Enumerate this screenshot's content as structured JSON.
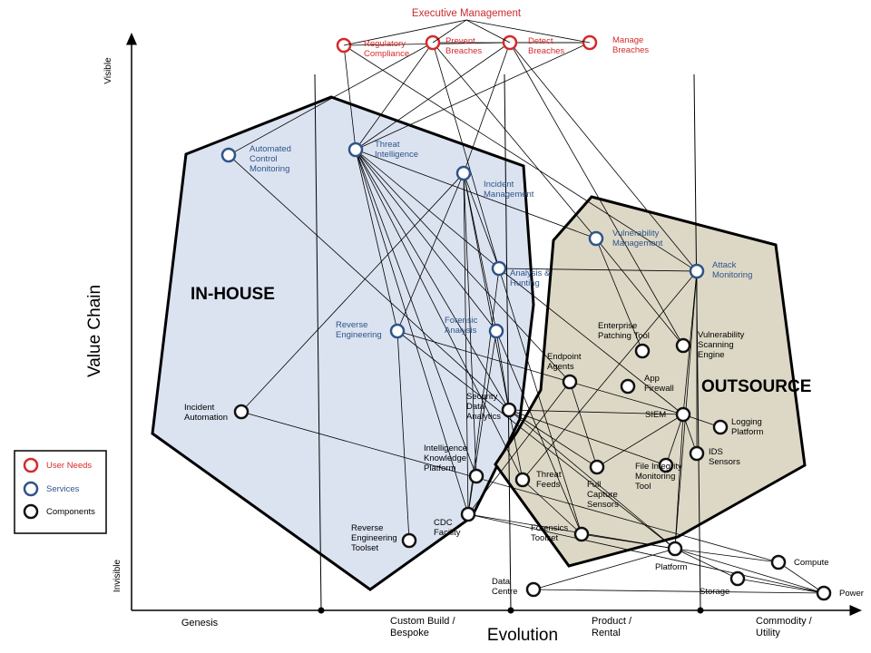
{
  "colors": {
    "user_need": "#d42a2a",
    "service": "#2f5488",
    "component": "#111111",
    "inhouse_fill": "#dbe3f1",
    "outsource_fill": "#ddd8c6",
    "exec_text": "#cc2b2b"
  },
  "executive_label": "Executive Management",
  "regions": {
    "inhouse": "IN-HOUSE",
    "outsource": "OUTSOURCE"
  },
  "axes": {
    "y_title": "Value Chain",
    "y_top": "Visible",
    "y_bottom": "Invisible",
    "x_title": "Evolution",
    "stages": [
      "Genesis",
      "Custom Build / Bespoke",
      "Product / Rental",
      "Commodity / Utility"
    ]
  },
  "legend": {
    "user_needs": "User Needs",
    "services": "Services",
    "components": "Components"
  },
  "nodes": {
    "regulatory": {
      "label": "Regulatory Compliance",
      "kind": "user_need"
    },
    "prevent": {
      "label": "Prevent Breaches",
      "kind": "user_need"
    },
    "detect": {
      "label": "Detect Breaches",
      "kind": "user_need"
    },
    "manage": {
      "label": "Manage Breaches",
      "kind": "user_need"
    },
    "acm": {
      "label": "Automated Control Monitoring",
      "kind": "service"
    },
    "ti": {
      "label": "Threat Intelligence",
      "kind": "service"
    },
    "im": {
      "label": "Incident Management",
      "kind": "service"
    },
    "vm": {
      "label": "Vulnerability Management",
      "kind": "service"
    },
    "ah": {
      "label": "Analysis & Hunting",
      "kind": "service"
    },
    "am": {
      "label": "Attack Monitoring",
      "kind": "service"
    },
    "re": {
      "label": "Reverse Engineering",
      "kind": "service"
    },
    "fa": {
      "label": "Forensic Analysis",
      "kind": "service"
    },
    "ept": {
      "label": "Enterprise Patching Tool",
      "kind": "component"
    },
    "vse": {
      "label": "Vulnerability Scanning Engine",
      "kind": "component"
    },
    "ea": {
      "label": "Endpoint Agents",
      "kind": "component"
    },
    "af": {
      "label": "App Firewall",
      "kind": "component"
    },
    "sda": {
      "label": "Security Data Analytics",
      "kind": "component"
    },
    "siem": {
      "label": "SIEM",
      "kind": "component"
    },
    "lp": {
      "label": "Logging Platform",
      "kind": "component"
    },
    "ia": {
      "label": "Incident Automation",
      "kind": "component"
    },
    "ids": {
      "label": "IDS Sensors",
      "kind": "component"
    },
    "ikp": {
      "label": "Intelligence Knowledge Platform",
      "kind": "component"
    },
    "tf": {
      "label": "Threat Feeds",
      "kind": "component"
    },
    "fcs": {
      "label": "Full Capture Sensors",
      "kind": "component"
    },
    "fim": {
      "label": "File Integrity Monitoring Tool",
      "kind": "component"
    },
    "cdc": {
      "label": "CDC Facility",
      "kind": "component"
    },
    "ret": {
      "label": "Reverse Engineering Toolset",
      "kind": "component"
    },
    "ft": {
      "label": "Forensics Toolset",
      "kind": "component"
    },
    "plat": {
      "label": "Platform",
      "kind": "component"
    },
    "comp": {
      "label": "Compute",
      "kind": "component"
    },
    "dc": {
      "label": "Data Centre",
      "kind": "component"
    },
    "stor": {
      "label": "Storage",
      "kind": "component"
    },
    "pow": {
      "label": "Power",
      "kind": "component"
    }
  },
  "links": [
    [
      "regulatory",
      "ti"
    ],
    [
      "regulatory",
      "detect"
    ],
    [
      "regulatory",
      "am"
    ],
    [
      "prevent",
      "acm"
    ],
    [
      "prevent",
      "ti"
    ],
    [
      "prevent",
      "manage"
    ],
    [
      "prevent",
      "vm"
    ],
    [
      "prevent",
      "ah"
    ],
    [
      "detect",
      "im"
    ],
    [
      "detect",
      "am"
    ],
    [
      "detect",
      "manage"
    ],
    [
      "detect",
      "ti"
    ],
    [
      "detect",
      "vse"
    ],
    [
      "manage",
      "ti"
    ],
    [
      "acm",
      "sda"
    ],
    [
      "ti",
      "re"
    ],
    [
      "ti",
      "fa"
    ],
    [
      "ti",
      "ikp"
    ],
    [
      "ti",
      "tf"
    ],
    [
      "ti",
      "sda"
    ],
    [
      "ti",
      "cdc"
    ],
    [
      "ti",
      "ah"
    ],
    [
      "ti",
      "vm"
    ],
    [
      "ti",
      "ea"
    ],
    [
      "im",
      "ia"
    ],
    [
      "im",
      "re"
    ],
    [
      "im",
      "fa"
    ],
    [
      "im",
      "ikp"
    ],
    [
      "im",
      "cdc"
    ],
    [
      "im",
      "sda"
    ],
    [
      "im",
      "ah"
    ],
    [
      "ah",
      "am"
    ],
    [
      "ah",
      "siem"
    ],
    [
      "ah",
      "cdc"
    ],
    [
      "ah",
      "ft"
    ],
    [
      "vm",
      "ept"
    ],
    [
      "vm",
      "vse"
    ],
    [
      "am",
      "siem"
    ],
    [
      "am",
      "ids"
    ],
    [
      "am",
      "tf"
    ],
    [
      "am",
      "plat"
    ],
    [
      "re",
      "ret"
    ],
    [
      "re",
      "ea"
    ],
    [
      "re",
      "plat"
    ],
    [
      "fa",
      "sda"
    ],
    [
      "fa",
      "cdc"
    ],
    [
      "fa",
      "ft"
    ],
    [
      "ea",
      "siem"
    ],
    [
      "ea",
      "fcs"
    ],
    [
      "ea",
      "cdc"
    ],
    [
      "sda",
      "siem"
    ],
    [
      "sda",
      "fim"
    ],
    [
      "sda",
      "plat"
    ],
    [
      "sda",
      "tf"
    ],
    [
      "sda",
      "fcs"
    ],
    [
      "siem",
      "lp"
    ],
    [
      "siem",
      "ids"
    ],
    [
      "siem",
      "fcs"
    ],
    [
      "siem",
      "fim"
    ],
    [
      "siem",
      "plat"
    ],
    [
      "ia",
      "comp"
    ],
    [
      "cdc",
      "plat"
    ],
    [
      "cdc",
      "pow"
    ],
    [
      "tf",
      "ft"
    ],
    [
      "ft",
      "plat"
    ],
    [
      "plat",
      "comp"
    ],
    [
      "plat",
      "stor"
    ],
    [
      "plat",
      "pow"
    ],
    [
      "plat",
      "dc"
    ],
    [
      "stor",
      "pow"
    ],
    [
      "dc",
      "pow"
    ],
    [
      "comp",
      "pow"
    ]
  ]
}
